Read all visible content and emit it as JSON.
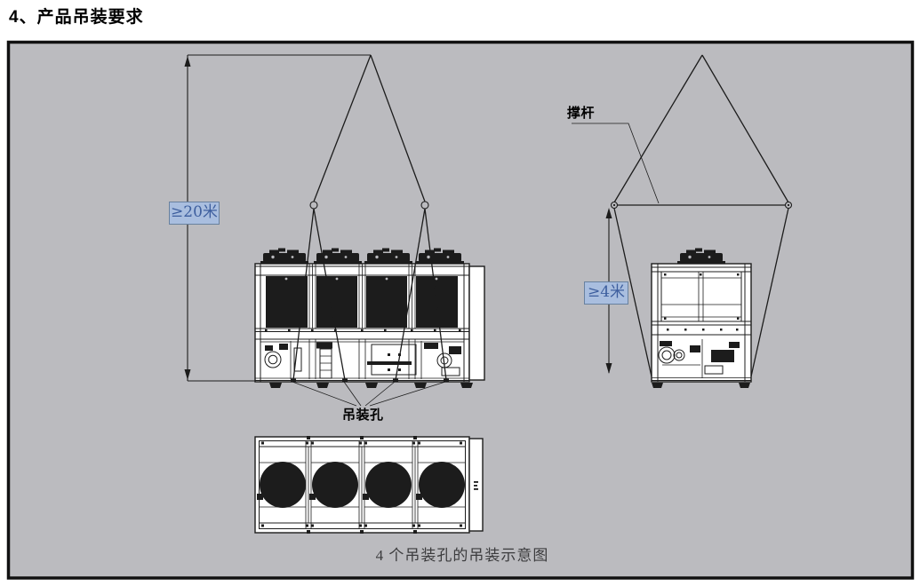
{
  "page": {
    "title": "4、产品吊装要求",
    "caption": "4 个吊装孔的吊装示意图"
  },
  "labels": {
    "front_height": "≥20米",
    "side_height": "≥4米",
    "spreader_bar": "撑杆",
    "lifting_hole": "吊装孔"
  },
  "colors": {
    "diagram_background": "#bbbbbf",
    "line": "#1c1c1c",
    "dimension_label_background": "#a9bedf",
    "dimension_label_border": "#68819f",
    "dimension_label_text": "#3d5e9e",
    "caption_text": "#3c3c3e"
  }
}
